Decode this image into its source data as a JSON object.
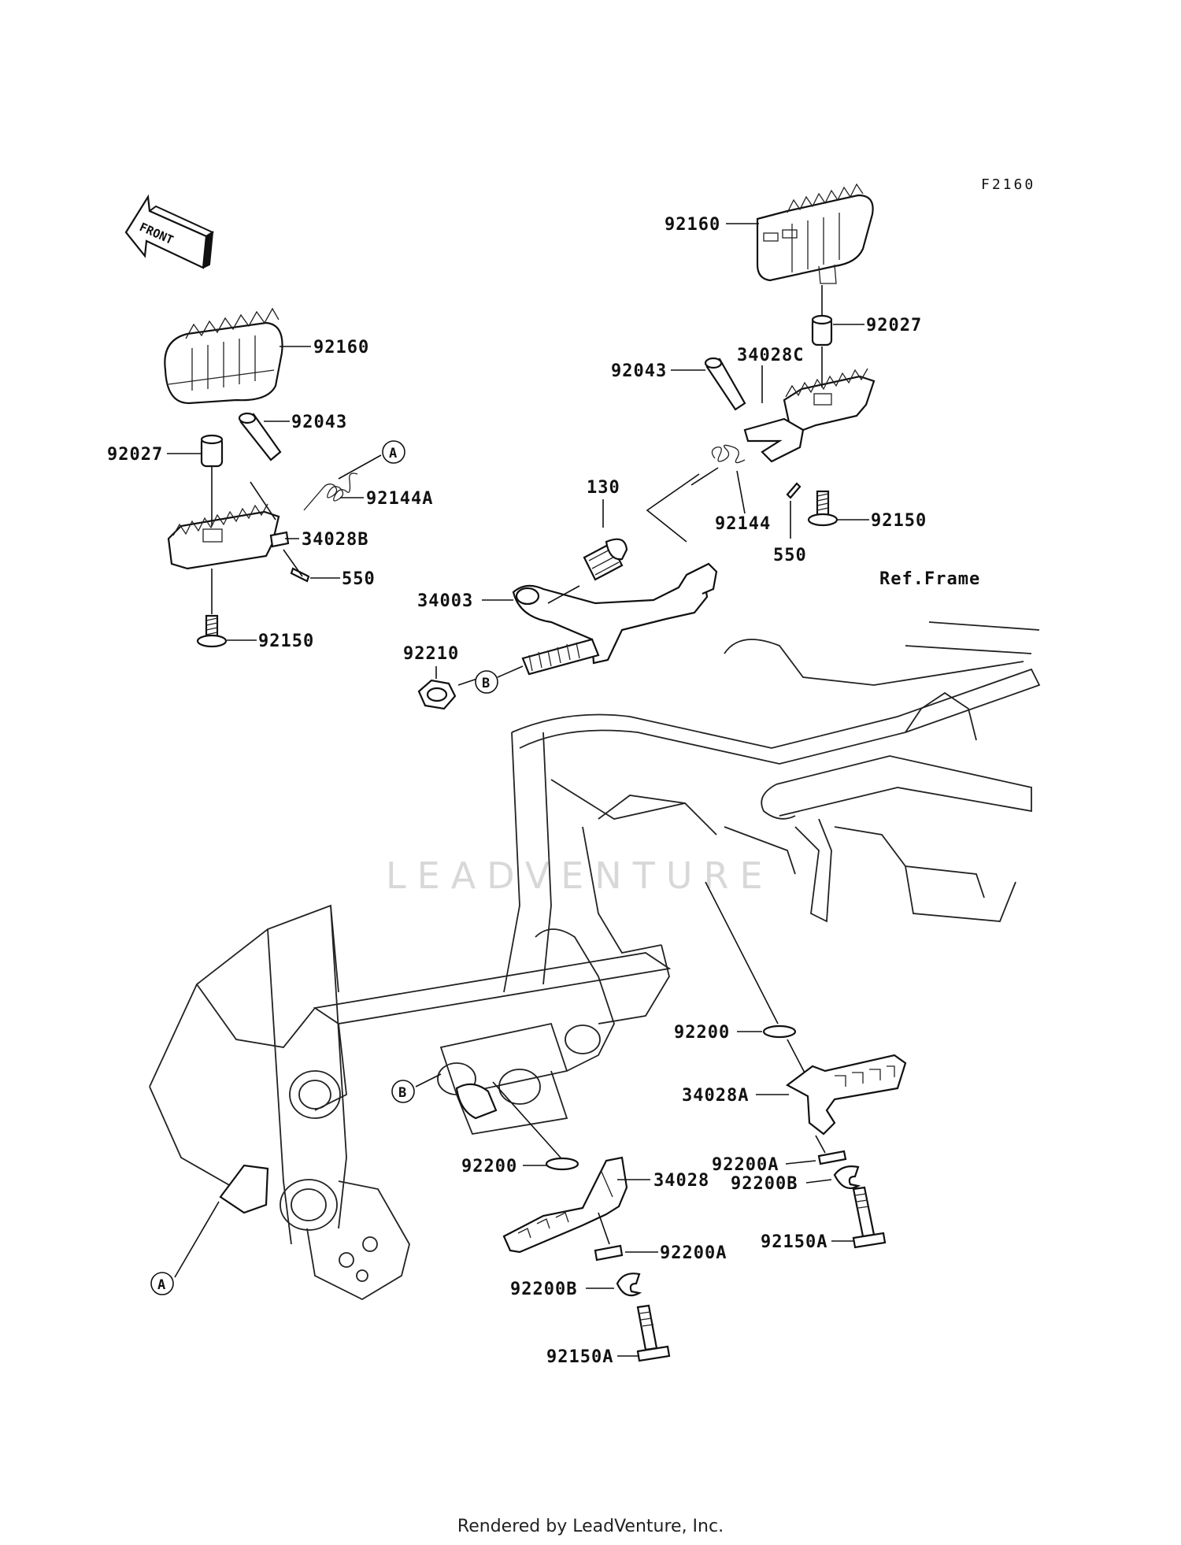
{
  "drawing_code": "F2160",
  "front_label": "FRONT",
  "ref_frame_label": "Ref.Frame",
  "watermark": "LEADVENTURE",
  "footer": "Rendered by LeadVenture, Inc.",
  "callouts": {
    "a": "A",
    "b": "B"
  },
  "parts": {
    "p92160_left": "92160",
    "p92043_left": "92043",
    "p92027_left": "92027",
    "p92144A": "92144A",
    "p34028B": "34028B",
    "p550_left": "550",
    "p92150_left": "92150",
    "p92160_right": "92160",
    "p92027_right": "92027",
    "p92043_right": "92043",
    "p34028C": "34028C",
    "p92144": "92144",
    "p550_right": "550",
    "p92150_right": "92150",
    "p130": "130",
    "p34003": "34003",
    "p92210": "92210",
    "p92200_upper": "92200",
    "p34028A": "34028A",
    "p92200A_upper": "92200A",
    "p92200B_upper": "92200B",
    "p92150A_upper": "92150A",
    "p92200_lower": "92200",
    "p34028": "34028",
    "p92200A_lower": "92200A",
    "p92200B_lower": "92200B",
    "p92150A_lower": "92150A"
  }
}
